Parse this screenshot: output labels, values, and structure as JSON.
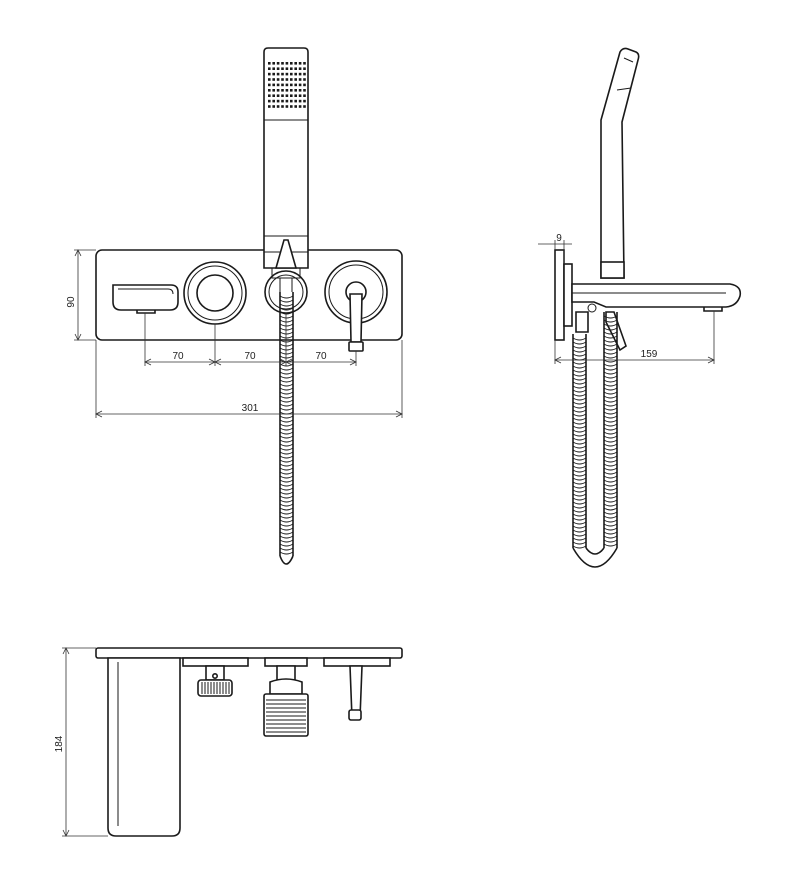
{
  "dimensions": {
    "height": "90",
    "spacing_1": "70",
    "spacing_2": "70",
    "spacing_3": "70",
    "total_width": "301",
    "plate_offset": "9",
    "spout_projection": "159",
    "depth": "184"
  }
}
